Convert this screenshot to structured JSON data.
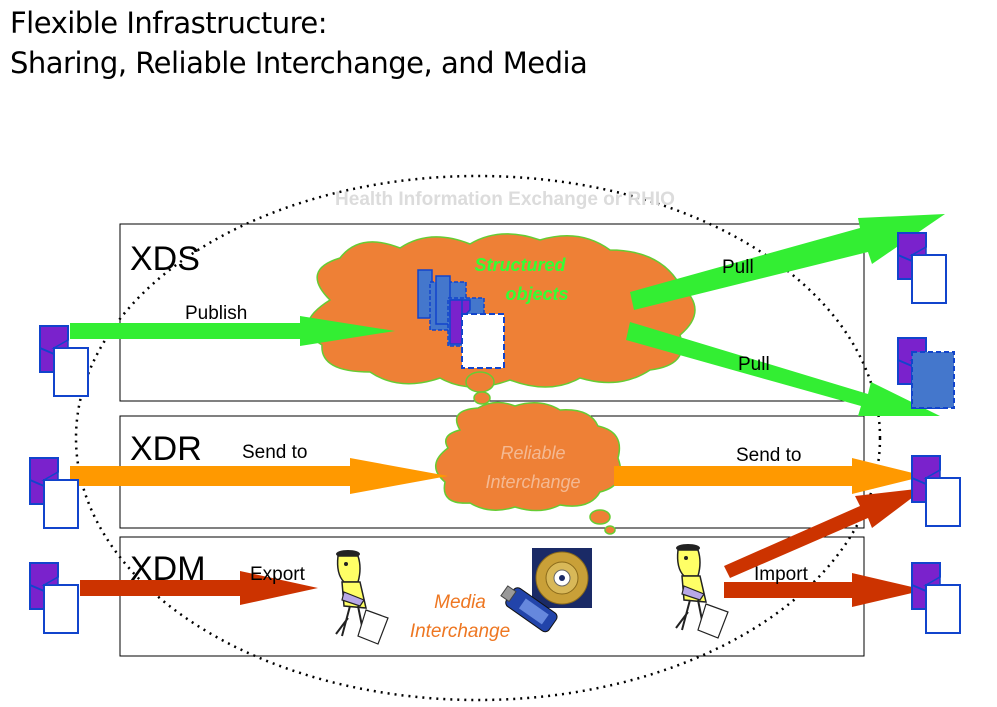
{
  "title": {
    "line1": "Flexible Infrastructure:",
    "line2": "Sharing, Reliable Interchange, and Media"
  },
  "hie_label": "Health Information Exchange or RHIO",
  "rows": {
    "xds": {
      "label": "XDS",
      "publish": "Publish",
      "pull_top": "Pull",
      "pull_bottom": "Pull",
      "cloud_line1": "Structured",
      "cloud_line2": "objects"
    },
    "xdr": {
      "label": "XDR",
      "send_left": "Send to",
      "send_right": "Send to",
      "cloud_line1": "Reliable",
      "cloud_line2": "Interchange"
    },
    "xdm": {
      "label": "XDM",
      "export": "Export",
      "import": "Import",
      "media_line1": "Media",
      "media_line2": "Interchange"
    }
  },
  "colors": {
    "cloud": "#ee8036",
    "green_arrow": "#33ee33",
    "orange_arrow": "#ff9900",
    "red_arrow": "#cc3300",
    "doc_purple": "#7a22cc",
    "doc_blue": "#1144cc",
    "doc_fill_blue": "#4477cc"
  },
  "icons": [
    "document-icon",
    "person-icon",
    "usb-drive-icon",
    "cd-icon"
  ]
}
